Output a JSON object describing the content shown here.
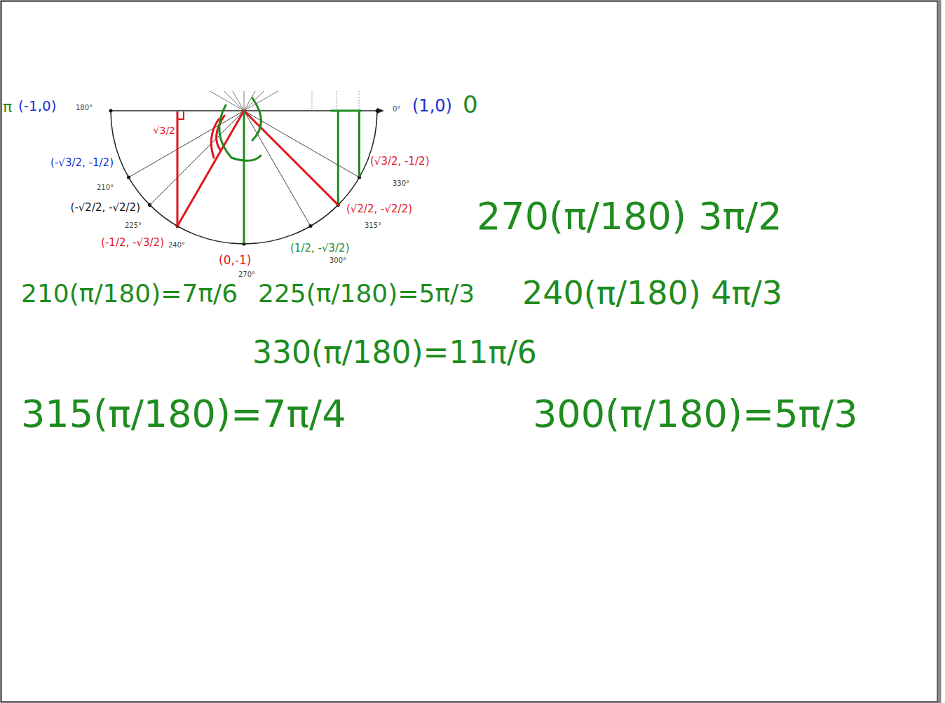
{
  "diagram": {
    "labels": [
      "π",
      "(-1,0)",
      "180°",
      "0°",
      "(1,0)",
      "0",
      "(-√3/2, -1/2)",
      "210°",
      "(-√2/2, -√2/2)",
      "225°",
      "(-1/2, -√3/2)",
      "240°",
      "(0,-1)",
      "270°",
      "(1/2, -√3/2)",
      "300°",
      "(√2/2, -√2/2)",
      "315°",
      "(√3/2, -1/2)",
      "330°",
      "√3/2",
      "270(π/180) 3π/2",
      "210(π/180)=7π/6",
      "225(π/180)=5π/3",
      "240(π/180) 4π/3",
      "330(π/180)=11π/6",
      "315(π/180)=7π/4",
      "300(π/180)=5π/3"
    ]
  }
}
